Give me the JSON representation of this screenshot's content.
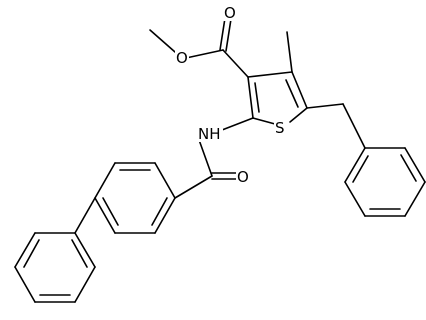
{
  "structure": {
    "atoms": {
      "carbonyl_oxygen": "O",
      "ester_oxygen": "O",
      "amide_nitrogen": "NH",
      "thiophene_sulfur": "S",
      "amide_oxygen": "O"
    }
  }
}
